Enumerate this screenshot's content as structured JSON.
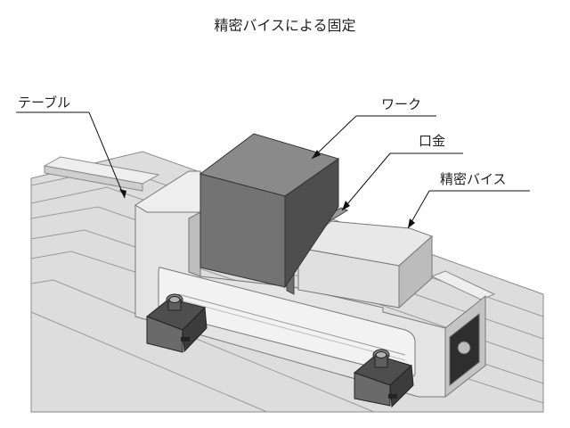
{
  "title": "精密バイスによる固定",
  "labels": {
    "table": "テーブル",
    "work": "ワーク",
    "jaw": "口金",
    "vise": "精密バイス"
  },
  "colors": {
    "background": "#ffffff",
    "table_top": "#dcdcdc",
    "vise_body": "#d8d8d8",
    "work_front": "#707070",
    "work_side": "#4c4c4c",
    "work_top": "#8a8a8a",
    "clamp": "#5a5a5a"
  }
}
